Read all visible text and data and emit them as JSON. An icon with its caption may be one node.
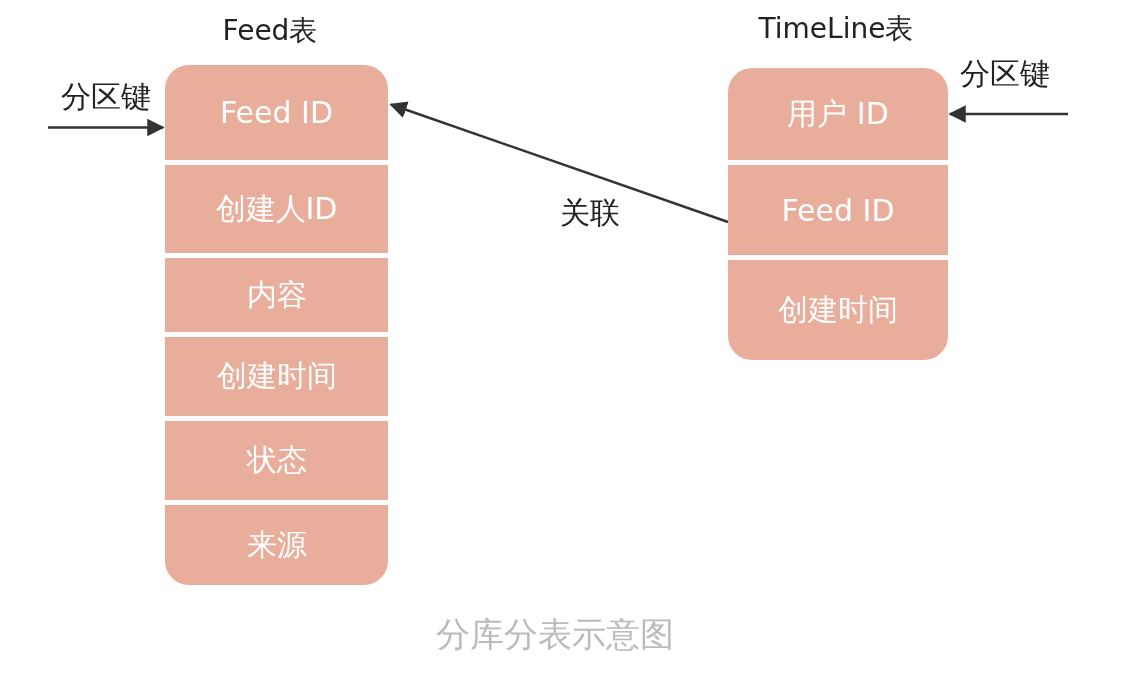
{
  "diagram": {
    "caption": "分库分表示意图",
    "nodes": [
      {
        "text": [
          "Feed表"
        ]
      },
      {
        "text": [
          "Feed ID"
        ],
        "in": 0
      },
      {
        "text": [
          "创建人ID"
        ],
        "in": 0
      },
      {
        "text": [
          "内容"
        ],
        "in": 0
      },
      {
        "text": [
          "创建时间"
        ],
        "in": 0
      },
      {
        "text": [
          "状态"
        ],
        "in": 0
      },
      {
        "text": [
          "来源"
        ],
        "in": 0
      },
      {
        "text": [
          "TimeLine表"
        ]
      },
      {
        "text": [
          "用户 ID"
        ],
        "in": 7
      },
      {
        "text": [
          "Feed ID"
        ],
        "in": 7
      },
      {
        "text": [
          "创建时间"
        ],
        "in": 7
      }
    ],
    "edges": [
      {
        "from": null,
        "to": 1,
        "arrow": "to",
        "label": "分区键"
      },
      {
        "from": 9,
        "to": 1,
        "arrow": "to",
        "label": "关联"
      },
      {
        "from": null,
        "to": 8,
        "arrow": "to",
        "label": "分区键"
      }
    ]
  }
}
